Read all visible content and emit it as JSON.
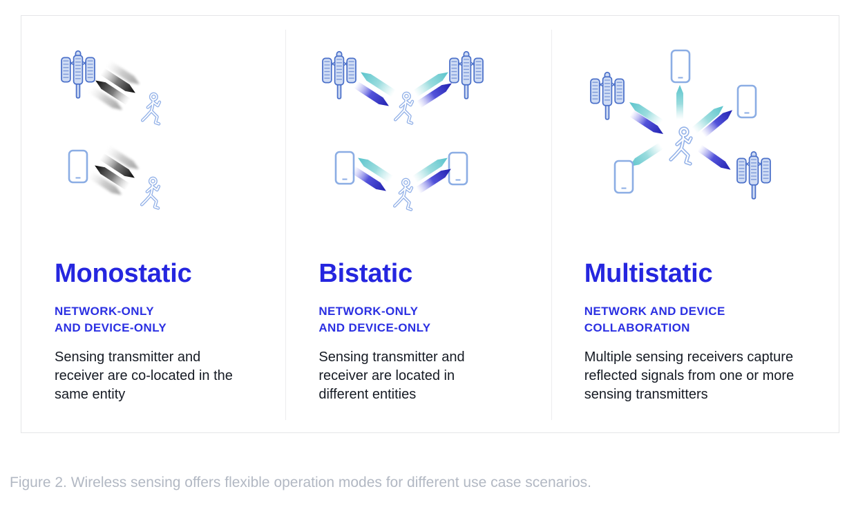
{
  "figure": {
    "caption": "Figure 2. Wireless sensing offers flexible operation modes for different use case scenarios."
  },
  "colors": {
    "title_blue": "#2526df",
    "subtitle_blue": "#2b30e2",
    "body_text": "#151a23",
    "caption_gray": "#b2b8c3",
    "icon_outline_blue": "#4b70c9",
    "icon_fill_blue": "#cfdcf4",
    "person_blue": "#94b2e8",
    "arrow_teal": "#58c3cb",
    "arrow_indigo": "#2020ae",
    "arrow_dark": "#050505",
    "card_border": "#e4e5e7",
    "divider": "#ececee"
  },
  "panels": [
    {
      "title": "Monostatic",
      "subtitle_lines": [
        "NETWORK-ONLY",
        "AND DEVICE-ONLY"
      ],
      "description": "Sensing transmitter and receiver are co-located in the same entity"
    },
    {
      "title": "Bistatic",
      "subtitle_lines": [
        "NETWORK-ONLY",
        "AND DEVICE-ONLY"
      ],
      "description": "Sensing transmitter and receiver are located in different entities"
    },
    {
      "title": "Multistatic",
      "subtitle_lines": [
        "NETWORK AND DEVICE",
        "COLLABORATION"
      ],
      "description": "Multiple sensing receivers capture reflected signals from one or more sensing transmitters"
    }
  ]
}
